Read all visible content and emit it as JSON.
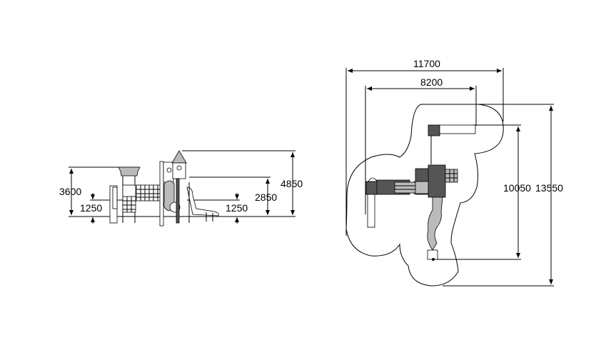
{
  "elevation": {
    "dims": {
      "height_platform_roof": "3600",
      "height_total": "4850",
      "height_slide_start": "2850",
      "platform_left": "1250",
      "platform_right": "1250"
    }
  },
  "plan": {
    "dims": {
      "width_total": "11700",
      "width_equipment": "8200",
      "depth_equipment": "10050",
      "depth_total": "13550"
    }
  }
}
